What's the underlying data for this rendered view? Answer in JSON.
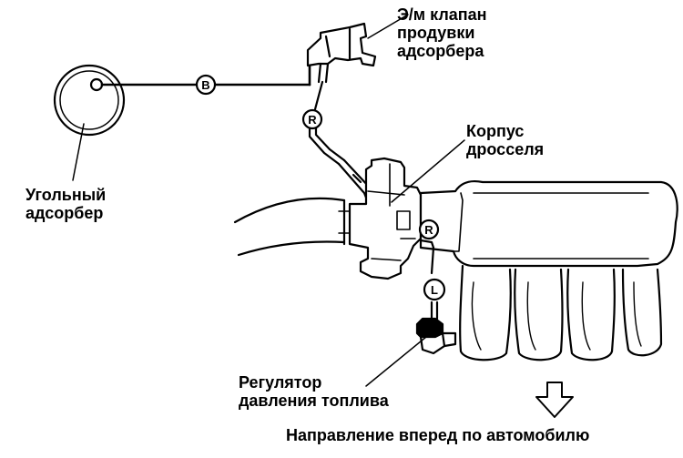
{
  "labels": {
    "purge_valve": [
      "Э/м клапан",
      "продувки",
      "адсорбера"
    ],
    "throttle_body": [
      "Корпус",
      "дросселя"
    ],
    "canister": [
      "Угольный",
      "адсорбер"
    ],
    "regulator": [
      "Регулятор",
      "давления топлива"
    ],
    "direction": "Направление вперед по автомобилю"
  },
  "hose_markers": {
    "b": "B",
    "r_upper": "R",
    "r_lower": "R",
    "l": "L"
  },
  "colors": {
    "line": "#000000",
    "background": "#ffffff"
  }
}
